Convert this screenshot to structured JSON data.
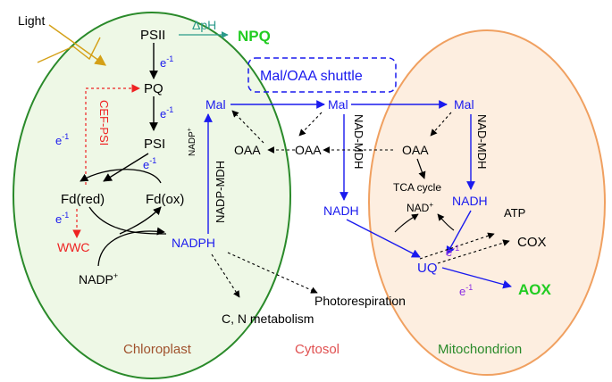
{
  "labels": {
    "light": "Light",
    "psii": "PSII",
    "dph": "ΔpH",
    "npq": "NPQ",
    "e1": "e",
    "e1sup": "-1",
    "pq": "PQ",
    "cef_psi": "CEF-PSI",
    "psi": "PSI",
    "fd_red": "Fd(red)",
    "fd_ox": "Fd(ox)",
    "wwc": "WWC",
    "nadp_plus": "NADP",
    "plus": "+",
    "nadph": "NADPH",
    "nadp_mdh": "NADP-MDH",
    "mal": "Mal",
    "oaa": "OAA",
    "shuttle": "Mal/OAA shuttle",
    "nad_mdh": "NAD-MDH",
    "nadh": "NADH",
    "tca": "TCA cycle",
    "nad_plus": "NAD",
    "atp": "ATP",
    "cox": "COX",
    "uq": "UQ",
    "aox": "AOX",
    "photoresp": "Photorespiration",
    "cn_metab": "C, N metabolism",
    "chloroplast": "Chloroplast",
    "cytosol": "Cytosol",
    "mitochondrion": "Mitochondrion"
  },
  "colors": {
    "chloroplast_fill": "#eef8e6",
    "chloroplast_stroke": "#2a8a2a",
    "mito_fill": "#fdeee0",
    "mito_stroke": "#f0a060",
    "blue": "#1a1aee",
    "green_bright": "#22cc22",
    "red": "#ee2222",
    "brown": "#a0522d",
    "pink": "#e05050",
    "purple": "#8a2be2",
    "gold": "#d4a017",
    "teal": "#2a9a8a"
  }
}
